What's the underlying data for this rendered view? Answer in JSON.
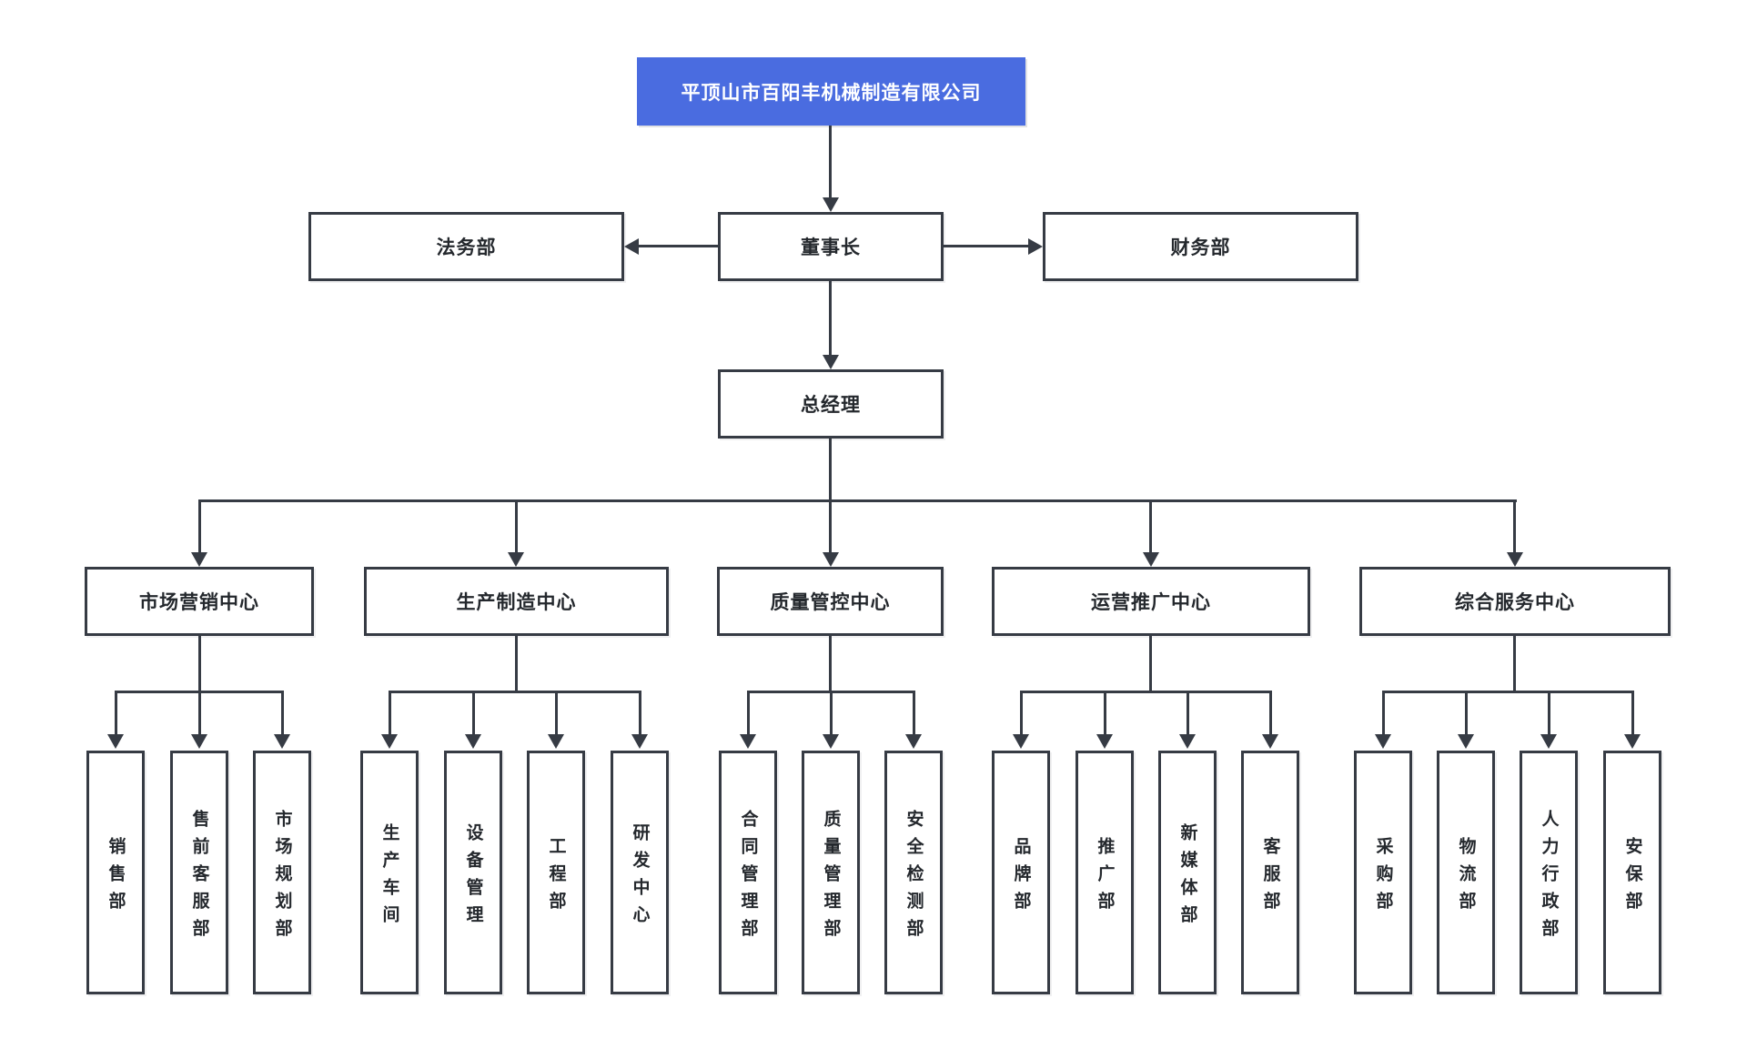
{
  "colors": {
    "root_background": "#4a6ce0",
    "root_text": "#ffffff",
    "box_border": "#363b44",
    "connector_line": "#363b44",
    "box_text": "#24282d",
    "page_background": "#ffffff"
  },
  "org": {
    "root": "平顶山市百阳丰机械制造有限公司",
    "chairman": "董事长",
    "legal": "法务部",
    "finance": "财务部",
    "general_manager": "总经理",
    "centers": [
      {
        "label": "市场营销中心",
        "children": [
          "销售部",
          "售前客服部",
          "市场规划部"
        ]
      },
      {
        "label": "生产制造中心",
        "children": [
          "生产车间",
          "设备管理",
          "工程部",
          "研发中心"
        ]
      },
      {
        "label": "质量管控中心",
        "children": [
          "合同管理部",
          "质量管理部",
          "安全检测部"
        ]
      },
      {
        "label": "运营推广中心",
        "children": [
          "品牌部",
          "推广部",
          "新媒体部",
          "客服部"
        ]
      },
      {
        "label": "综合服务中心",
        "children": [
          "采购部",
          "物流部",
          "人力行政部",
          "安保部"
        ]
      }
    ]
  }
}
